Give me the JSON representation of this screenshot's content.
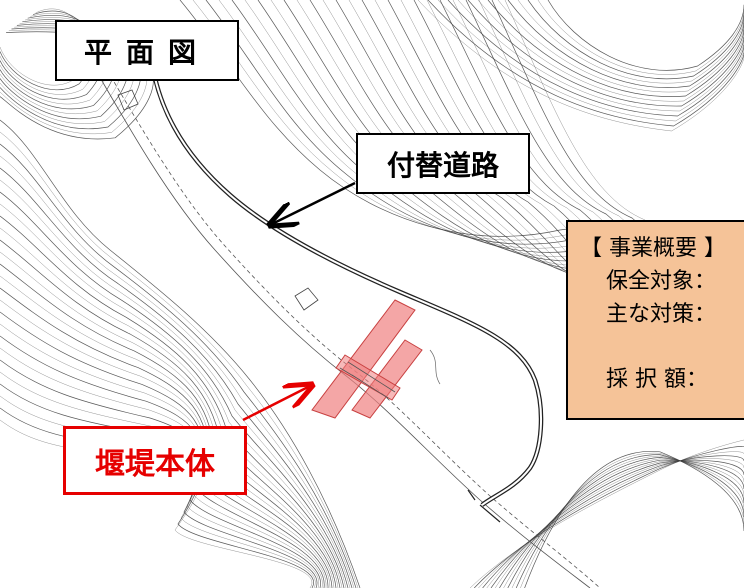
{
  "title": "平面図",
  "labels": {
    "road": "付替道路",
    "dam": "堰堤本体"
  },
  "summary": {
    "heading": "【 事業概要 】",
    "items": [
      "保全対象：",
      "主な対策：",
      "採 択 額："
    ]
  },
  "colors": {
    "dam_highlight": "#f08080",
    "annotation_red": "#e60000",
    "summary_fill": "#f5c398",
    "contour": "#3c3c3c"
  }
}
